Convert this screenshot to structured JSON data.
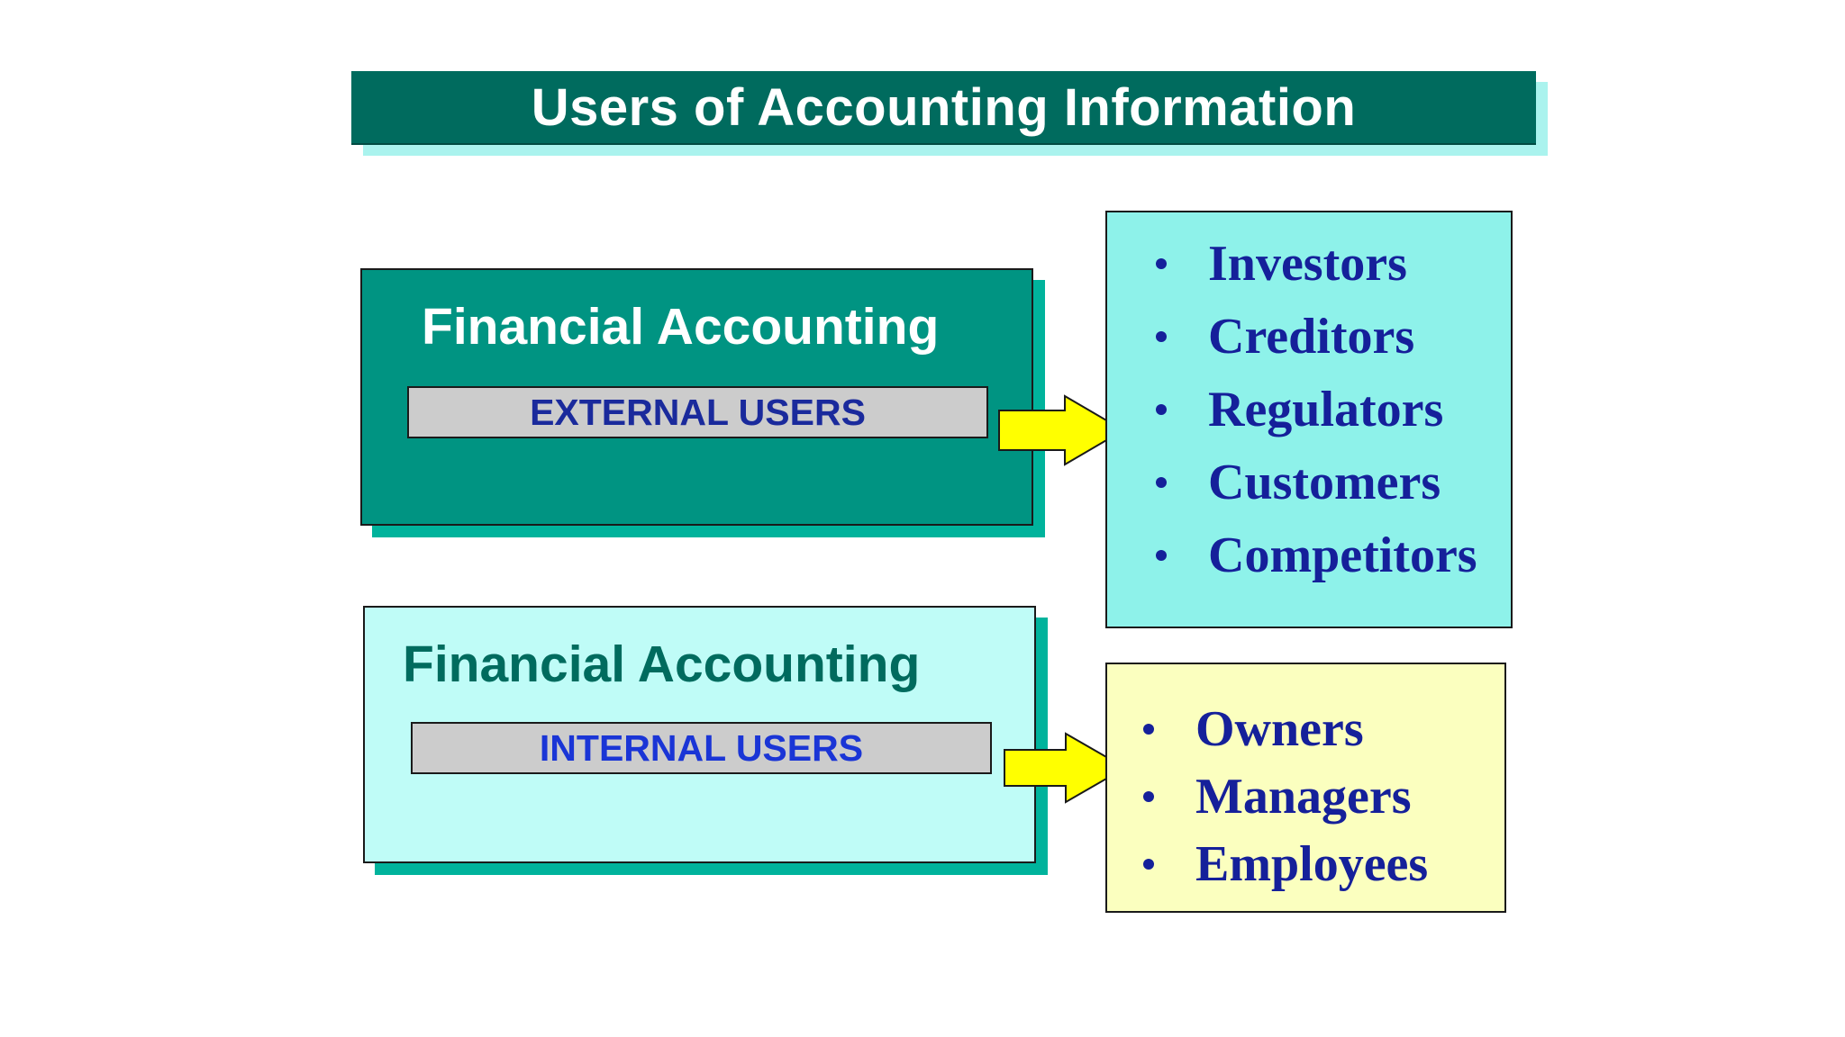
{
  "title": "Users of Accounting Information",
  "external": {
    "heading": "Financial Accounting",
    "users_label": "EXTERNAL USERS",
    "items": [
      {
        "label": "Investors"
      },
      {
        "label": "Creditors"
      },
      {
        "label": "Regulators"
      },
      {
        "label": "Customers"
      },
      {
        "label": "Competitors"
      }
    ]
  },
  "internal": {
    "heading": "Financial Accounting",
    "users_label": "INTERNAL USERS",
    "items": [
      {
        "label": "Owners"
      },
      {
        "label": "Managers"
      },
      {
        "label": "Employees"
      }
    ]
  },
  "colors": {
    "title_bar": "#006b5e",
    "external_panel": "#009482",
    "internal_panel": "#bffcf7",
    "external_list_bg": "#8ef2ea",
    "internal_list_bg": "#fbffbf",
    "arrow": "#ffff00",
    "list_text": "#15209a"
  }
}
